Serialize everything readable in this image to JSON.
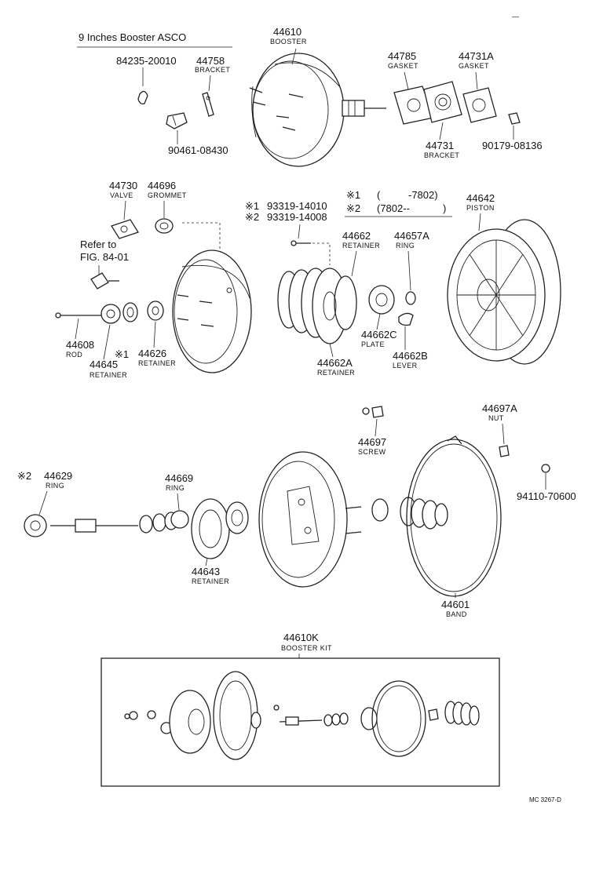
{
  "title": "9 Inches Booster ASCO",
  "code": "MC 3267-D",
  "notes": [
    {
      "mark": "※1",
      "paren": "(",
      "value": "-7802)"
    },
    {
      "mark": "※2",
      "paren": "(7802--",
      "value": ")"
    }
  ],
  "parts": {
    "p44610": {
      "number": "44610",
      "name": "BOOSTER"
    },
    "p84235": {
      "number": "84235-20010"
    },
    "p44758": {
      "number": "44758",
      "name": "BRACKET"
    },
    "p90461": {
      "number": "90461-08430"
    },
    "p44785": {
      "number": "44785",
      "name": "GASKET"
    },
    "p44731A": {
      "number": "44731A",
      "name": "GASKET"
    },
    "p44731": {
      "number": "44731",
      "name": "BRACKET"
    },
    "p90179": {
      "number": "90179-08136"
    },
    "p44730": {
      "number": "44730",
      "name": "VALVE"
    },
    "p44696": {
      "number": "44696",
      "name": "GROMMET"
    },
    "p93319a": {
      "mark": "※1",
      "number": "93319-14010"
    },
    "p93319b": {
      "mark": "※2",
      "number": "93319-14008"
    },
    "p44642": {
      "number": "44642",
      "name": "PISTON"
    },
    "refer": {
      "line1": "Refer to",
      "line2": "FIG. 84-01"
    },
    "p44662": {
      "number": "44662",
      "name": "RETAINER"
    },
    "p44657A": {
      "number": "44657A",
      "name": "RING"
    },
    "p44608": {
      "number": "44608",
      "name": "ROD"
    },
    "p44645": {
      "mark": "※1",
      "number": "44645",
      "name": "RETAINER"
    },
    "p44626": {
      "number": "44626",
      "name": "RETAINER"
    },
    "p44662C": {
      "number": "44662C",
      "name": "PLATE"
    },
    "p44662A": {
      "number": "44662A",
      "name": "RETAINER"
    },
    "p44662B": {
      "number": "44662B",
      "name": "LEVER"
    },
    "p44697": {
      "number": "44697",
      "name": "SCREW"
    },
    "p44697A": {
      "number": "44697A",
      "name": "NUT"
    },
    "p44629": {
      "mark": "※2",
      "number": "44629",
      "name": "RING"
    },
    "p44669": {
      "number": "44669",
      "name": "RING"
    },
    "p94110": {
      "number": "94110-70600"
    },
    "p44643": {
      "number": "44643",
      "name": "RETAINER"
    },
    "p44601": {
      "number": "44601",
      "name": "BAND"
    },
    "p44610K": {
      "number": "44610K",
      "name": "BOOSTER KIT"
    }
  }
}
